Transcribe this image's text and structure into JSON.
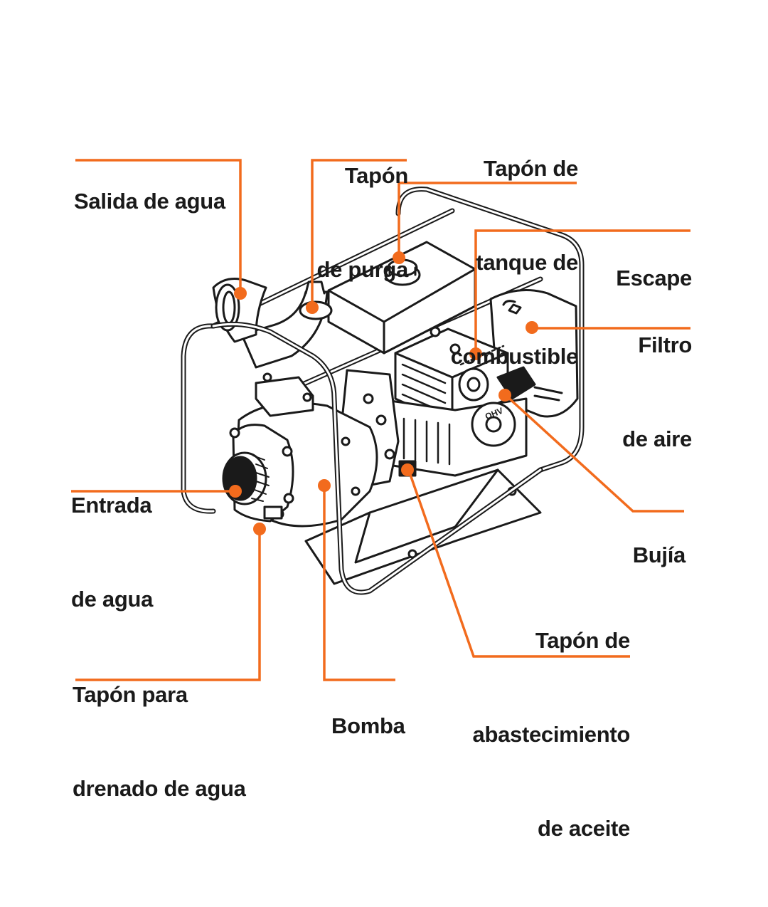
{
  "accent_color": "#F26B1D",
  "line_color": "#1a1a1a",
  "labels": {
    "salida_de_agua": [
      "Salida de agua"
    ],
    "tapon_de_purga": [
      "Tapón",
      "de purga"
    ],
    "tapon_tanque_combustible": [
      "Tapón de",
      "tanque de",
      "combustible"
    ],
    "escape": [
      "Escape"
    ],
    "filtro_de_aire": [
      "Filtro",
      "de aire"
    ],
    "entrada_de_agua": [
      "Entrada",
      "de agua"
    ],
    "bujia": [
      "Bujía"
    ],
    "tapon_abastecimiento_aceite": [
      "Tapón de",
      "abastecimiento",
      "de aceite"
    ],
    "tapon_drenado_agua": [
      "Tapón para",
      "drenado de agua"
    ],
    "bomba": [
      "Bomba"
    ]
  },
  "engine_logo": "OHV"
}
